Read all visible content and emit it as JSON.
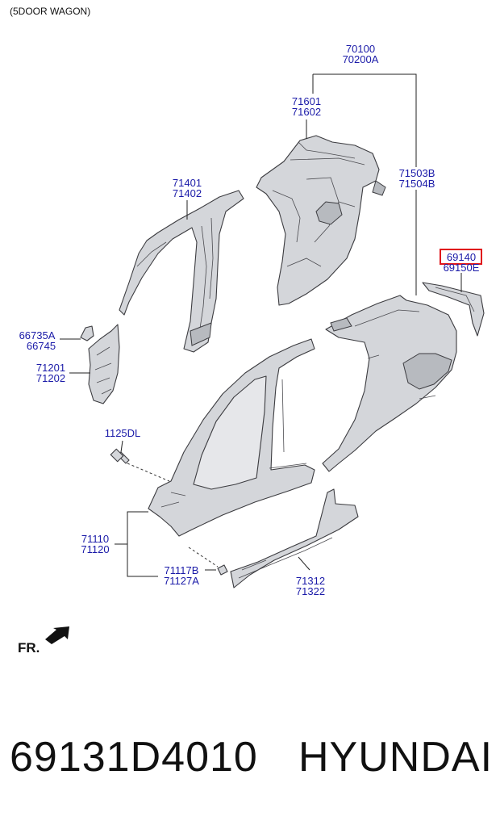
{
  "header": {
    "variant": "(5DOOR WAGON)"
  },
  "callouts": [
    {
      "id": "c-70100",
      "lines": [
        "70100",
        "70200A"
      ]
    },
    {
      "id": "c-71601",
      "lines": [
        "71601",
        "71602"
      ]
    },
    {
      "id": "c-71401",
      "lines": [
        "71401",
        "71402"
      ]
    },
    {
      "id": "c-71503",
      "lines": [
        "71503B",
        "71504B"
      ]
    },
    {
      "id": "c-69140",
      "lines": [
        "69140",
        "69150E"
      ],
      "highlighted": true
    },
    {
      "id": "c-66735",
      "lines": [
        "66735A",
        "66745"
      ]
    },
    {
      "id": "c-71201",
      "lines": [
        "71201",
        "71202"
      ]
    },
    {
      "id": "c-1125",
      "lines": [
        "1125DL"
      ]
    },
    {
      "id": "c-71110",
      "lines": [
        "71110",
        "71120"
      ]
    },
    {
      "id": "c-71117",
      "lines": [
        "71117B",
        "71127A"
      ]
    },
    {
      "id": "c-71312",
      "lines": [
        "71312",
        "71322"
      ]
    }
  ],
  "direction": {
    "label": "FR."
  },
  "footer": {
    "part_number": "69131D4010",
    "brand": "HYUNDAI"
  },
  "colors": {
    "label": "#1a1aa8",
    "highlight": "#e0161b",
    "part_fill": "#d4d6da"
  }
}
